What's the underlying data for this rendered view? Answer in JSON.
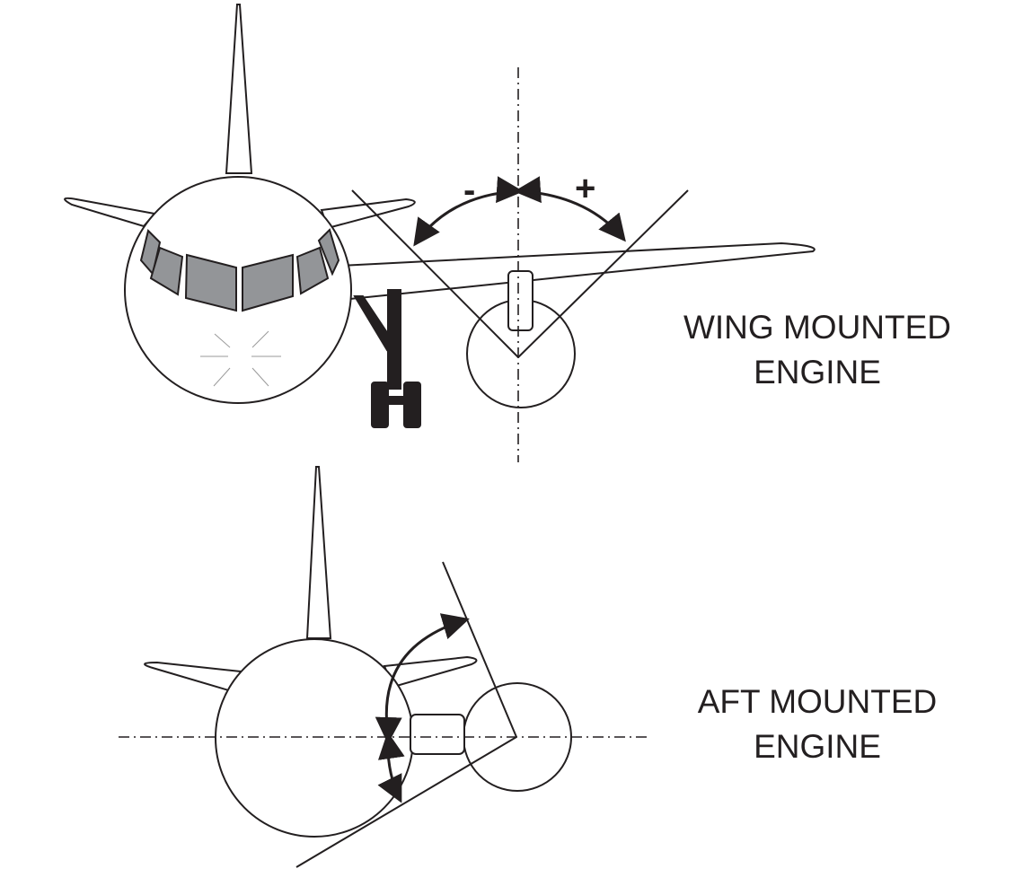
{
  "labels": {
    "wing_mounted": [
      "WING MOUNTED",
      "ENGINE"
    ],
    "aft_mounted": [
      "AFT MOUNTED",
      "ENGINE"
    ]
  },
  "angle_signs": {
    "negative": "-",
    "positive": "+"
  },
  "colors": {
    "line": "#231f20",
    "window_fill": "#939598",
    "landing_gear": "#231f20",
    "background": "#ffffff"
  }
}
